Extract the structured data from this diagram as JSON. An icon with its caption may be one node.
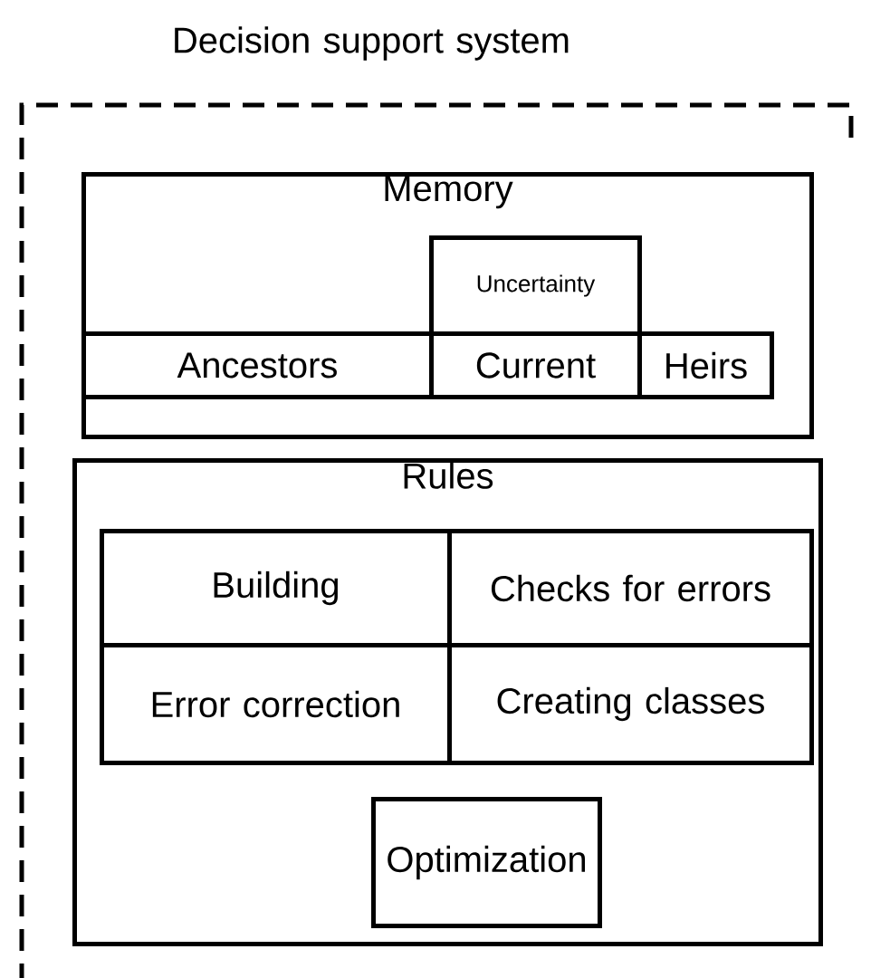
{
  "diagram": {
    "nodes": [
      {
        "text": [
          "Decision support system"
        ]
      },
      {
        "text": [
          "Memory"
        ],
        "in": 0
      },
      {
        "text": [
          "Uncertainty"
        ],
        "in": 1
      },
      {
        "text": [
          "Ancestors"
        ],
        "in": 1
      },
      {
        "text": [
          "Current"
        ],
        "in": 1
      },
      {
        "text": [
          "Heirs"
        ],
        "in": 1
      },
      {
        "text": [
          "Rules"
        ],
        "in": 0
      },
      {
        "text": [
          "Building"
        ],
        "in": 6
      },
      {
        "text": [
          "Checks for errors"
        ],
        "in": 6
      },
      {
        "text": [
          "Error correction"
        ],
        "in": 6
      },
      {
        "text": [
          "Creating classes"
        ],
        "in": 6
      },
      {
        "text": [
          "Optimization"
        ],
        "in": 6
      }
    ]
  }
}
